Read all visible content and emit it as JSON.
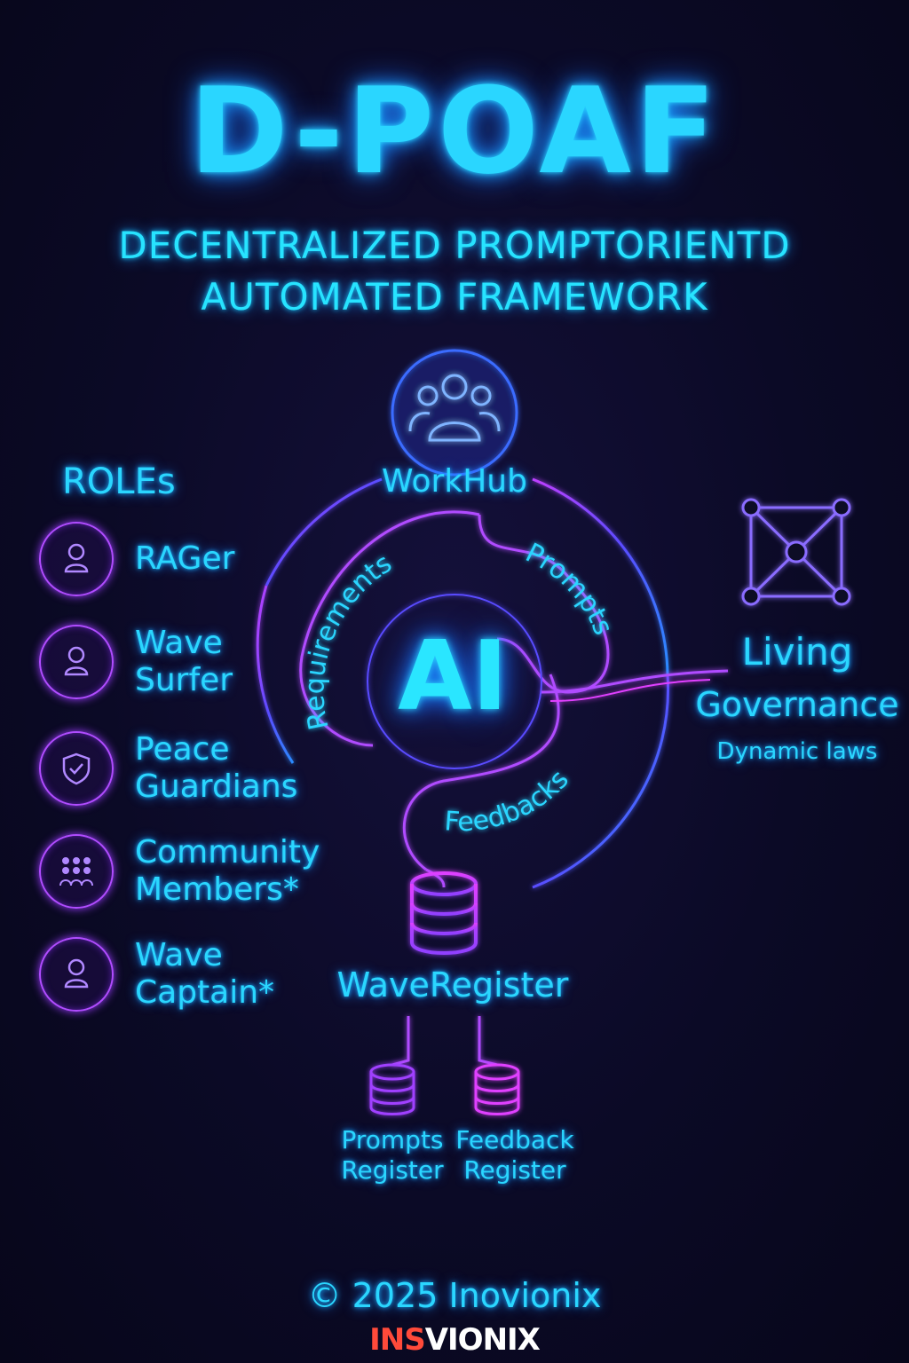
{
  "title": "D-POAF",
  "subtitle_line1": "DECENTRALIZED PROMPTORIENTD",
  "subtitle_line2": "AUTOMATED FRAMEWORK",
  "roles": {
    "heading": "ROLEs",
    "items": [
      {
        "label": "RAGer",
        "icon": "user-icon"
      },
      {
        "label": "Wave\nSurfer",
        "icon": "user-icon"
      },
      {
        "label": "Peace\nGuardians",
        "icon": "shield-check-icon"
      },
      {
        "label": "Community\nMembers*",
        "icon": "community-icon"
      },
      {
        "label": "Wave\nCaptain*",
        "icon": "user-icon"
      }
    ]
  },
  "cycle": {
    "center": "AI",
    "segments": [
      "Requirements",
      "Prompts",
      "Feedbacks"
    ]
  },
  "workhub": {
    "label": "WorkHub",
    "icon": "team-icon"
  },
  "governance": {
    "line1": "Living",
    "line2": "Governance",
    "sub": "Dynamic laws",
    "icon": "network-icon"
  },
  "waveregister": {
    "label": "WaveRegister",
    "icon": "database-icon"
  },
  "registers": [
    {
      "label": "Prompts\nRegister",
      "icon": "database-icon"
    },
    {
      "label": "Feedback\nRegister",
      "icon": "database-icon"
    }
  ],
  "footer": {
    "copyright": "© 2025 Inovionix",
    "logo_part1": "INS",
    "logo_part2": "VIONIX"
  },
  "colors": {
    "cyan": "#2ad6ff",
    "purple": "#b04cff",
    "magenta": "#e040ff",
    "blue": "#3a6cff"
  }
}
